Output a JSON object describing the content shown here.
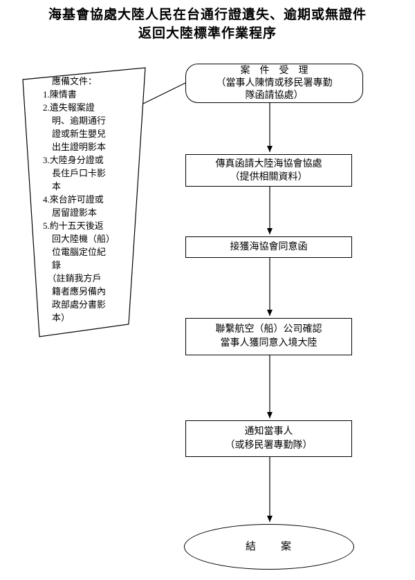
{
  "title": {
    "line1": "海基會協處大陸人民在台通行證遺失、逾期或無證件",
    "line2": "返回大陸標準作業程序"
  },
  "documents_note": {
    "text": "　應備文件：\n1.陳情書\n2.遺失報案證\n　明、逾期通行\n　證或新生嬰兒\n　出生證明影本\n3.大陸身分證或\n　長住戶口卡影\n　本\n4.來台許可證或\n　居留證影本\n5.約十五天後返\n　回大陸機（船）\n　位電腦定位紀\n　錄\n　（註銷我方戶\n　籍者應另備內\n　政部處分書影\n　本）"
  },
  "flow": {
    "step1": "案　件　受　理\n（當事人陳情或移民署專勤\n隊函請協處）",
    "step2": "傳真函請大陸海協會協處\n（提供相關資料）",
    "step3": "接獲海協會同意函",
    "step4": "聯繫航空（船）公司確認\n當事人獲同意入境大陸",
    "step5": "通知當事人\n（或移民署專勤隊）",
    "end": "結　　案"
  },
  "colors": {
    "ink": "#000000",
    "background": "#ffffff"
  }
}
